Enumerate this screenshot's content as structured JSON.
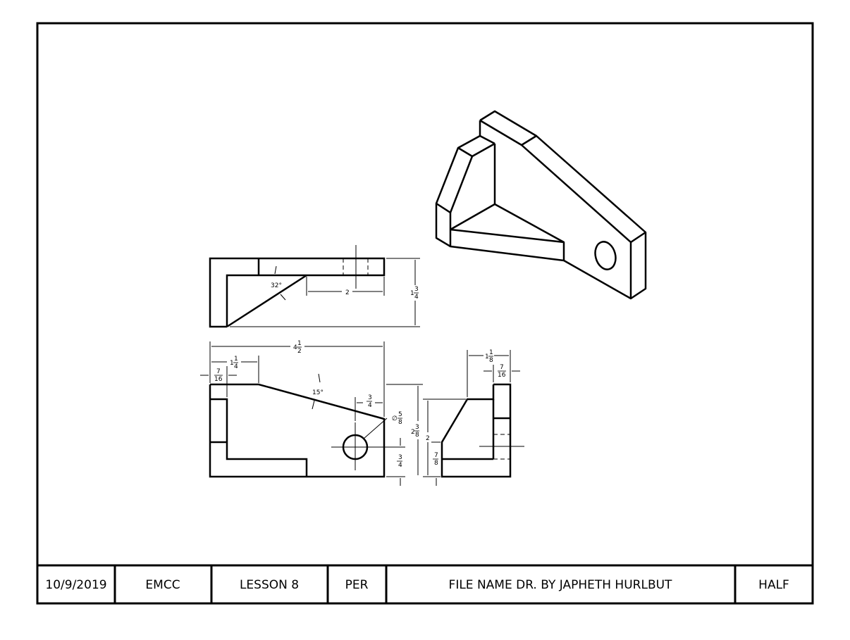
{
  "title_block": {
    "date": "10/9/2019",
    "school": "EMCC",
    "lesson": "LESSON 8",
    "period": "PER",
    "file_info": "FILE NAME DR. BY JAPHETH HURLBUT",
    "scale": "HALF"
  },
  "dimensions": {
    "angle_top": "32°",
    "top_len": "2",
    "top_height": {
      "whole": "1",
      "num": "3",
      "den": "4"
    },
    "overall_width": {
      "whole": "4",
      "num": "1",
      "den": "2"
    },
    "front_left": {
      "whole": "1",
      "num": "1",
      "den": "4"
    },
    "front_thickness": {
      "num": "7",
      "den": "16"
    },
    "angle_front": "15°",
    "hole_offset_x": {
      "num": "3",
      "den": "4"
    },
    "hole_dia": {
      "prefix": "∅",
      "num": "5",
      "den": "8"
    },
    "overall_height": {
      "whole": "2",
      "num": "3",
      "den": "8"
    },
    "hole_offset_y": {
      "num": "3",
      "den": "4"
    },
    "side_width": {
      "whole": "1",
      "num": "1",
      "den": "8"
    },
    "side_thickness": {
      "num": "7",
      "den": "16"
    },
    "side_chamfer_h": "2",
    "side_base": {
      "num": "7",
      "den": "8"
    }
  }
}
